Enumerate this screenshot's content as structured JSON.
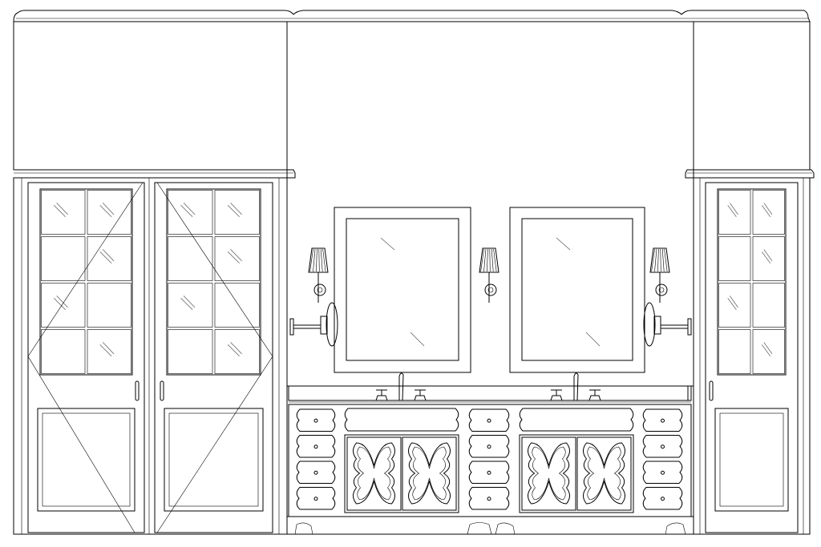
{
  "drawing": {
    "stroke_color": "#000000",
    "background": "#ffffff",
    "left_cabinet": {
      "doors": 2,
      "glass_panes_per_door": 8
    },
    "right_cabinet": {
      "doors": 1,
      "glass_panes_per_door": 8
    },
    "vanity": {
      "sinks": 2,
      "mirrors": 2,
      "sconces": 3,
      "swing_mirrors": 2,
      "drawer_stacks": 3,
      "drawers_per_stack": 4,
      "doors": 4
    }
  }
}
